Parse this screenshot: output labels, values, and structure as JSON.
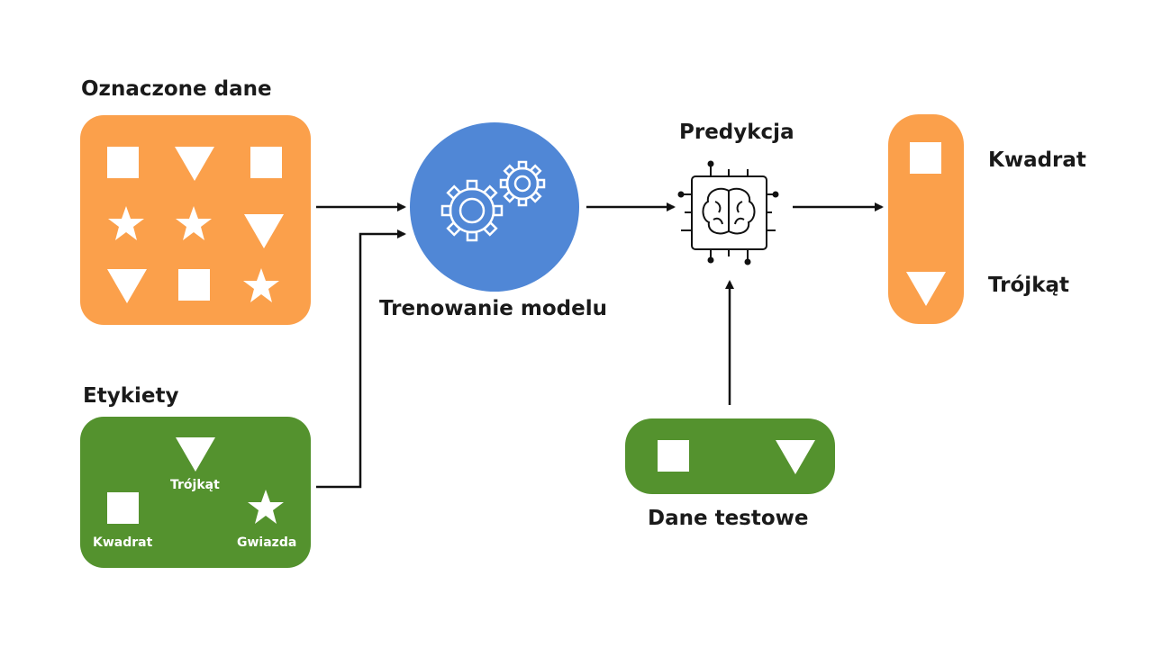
{
  "labels": {
    "labeled_data": "Oznaczone dane",
    "labels_title": "Etykiety",
    "training": "Trenowanie modelu",
    "prediction": "Predykcja",
    "test_data": "Dane testowe",
    "output_square": "Kwadrat",
    "output_triangle": "Trójkąt"
  },
  "legend": {
    "triangle": "Trójkąt",
    "square": "Kwadrat",
    "star": "Gwiazda"
  },
  "colors": {
    "orange": "#FBA04B",
    "green": "#54922E",
    "blue": "#5087D6",
    "arrow": "#111111"
  },
  "icons": [
    "square-icon",
    "triangle-icon",
    "star-icon",
    "gears-icon",
    "ai-chip-brain-icon"
  ]
}
